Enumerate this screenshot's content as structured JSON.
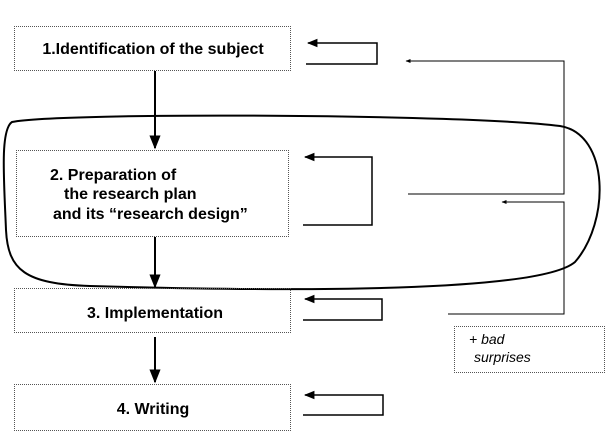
{
  "diagram": {
    "steps": [
      {
        "label": "1.Identification of the subject"
      },
      {
        "lines": [
          "2. Preparation of",
          "the research plan",
          "and its “research design”"
        ]
      },
      {
        "label": "3. Implementation"
      },
      {
        "label": "4. Writing"
      }
    ],
    "note": {
      "lines": [
        "+ bad",
        "surprises"
      ]
    }
  }
}
